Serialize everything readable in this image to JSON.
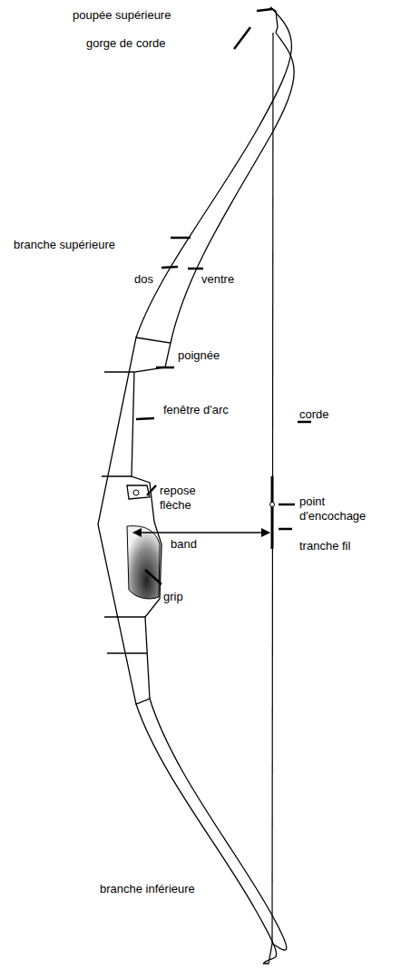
{
  "diagram": {
    "labels": [
      "poupée supérieure",
      "gorge de corde",
      "branche supérieure",
      "dos",
      "ventre",
      "poignée",
      "fenêtre d'arc",
      "corde",
      "repose flèche",
      "band",
      "point d'encochage",
      "tranche fil",
      "grip",
      "branche inférieure"
    ]
  }
}
